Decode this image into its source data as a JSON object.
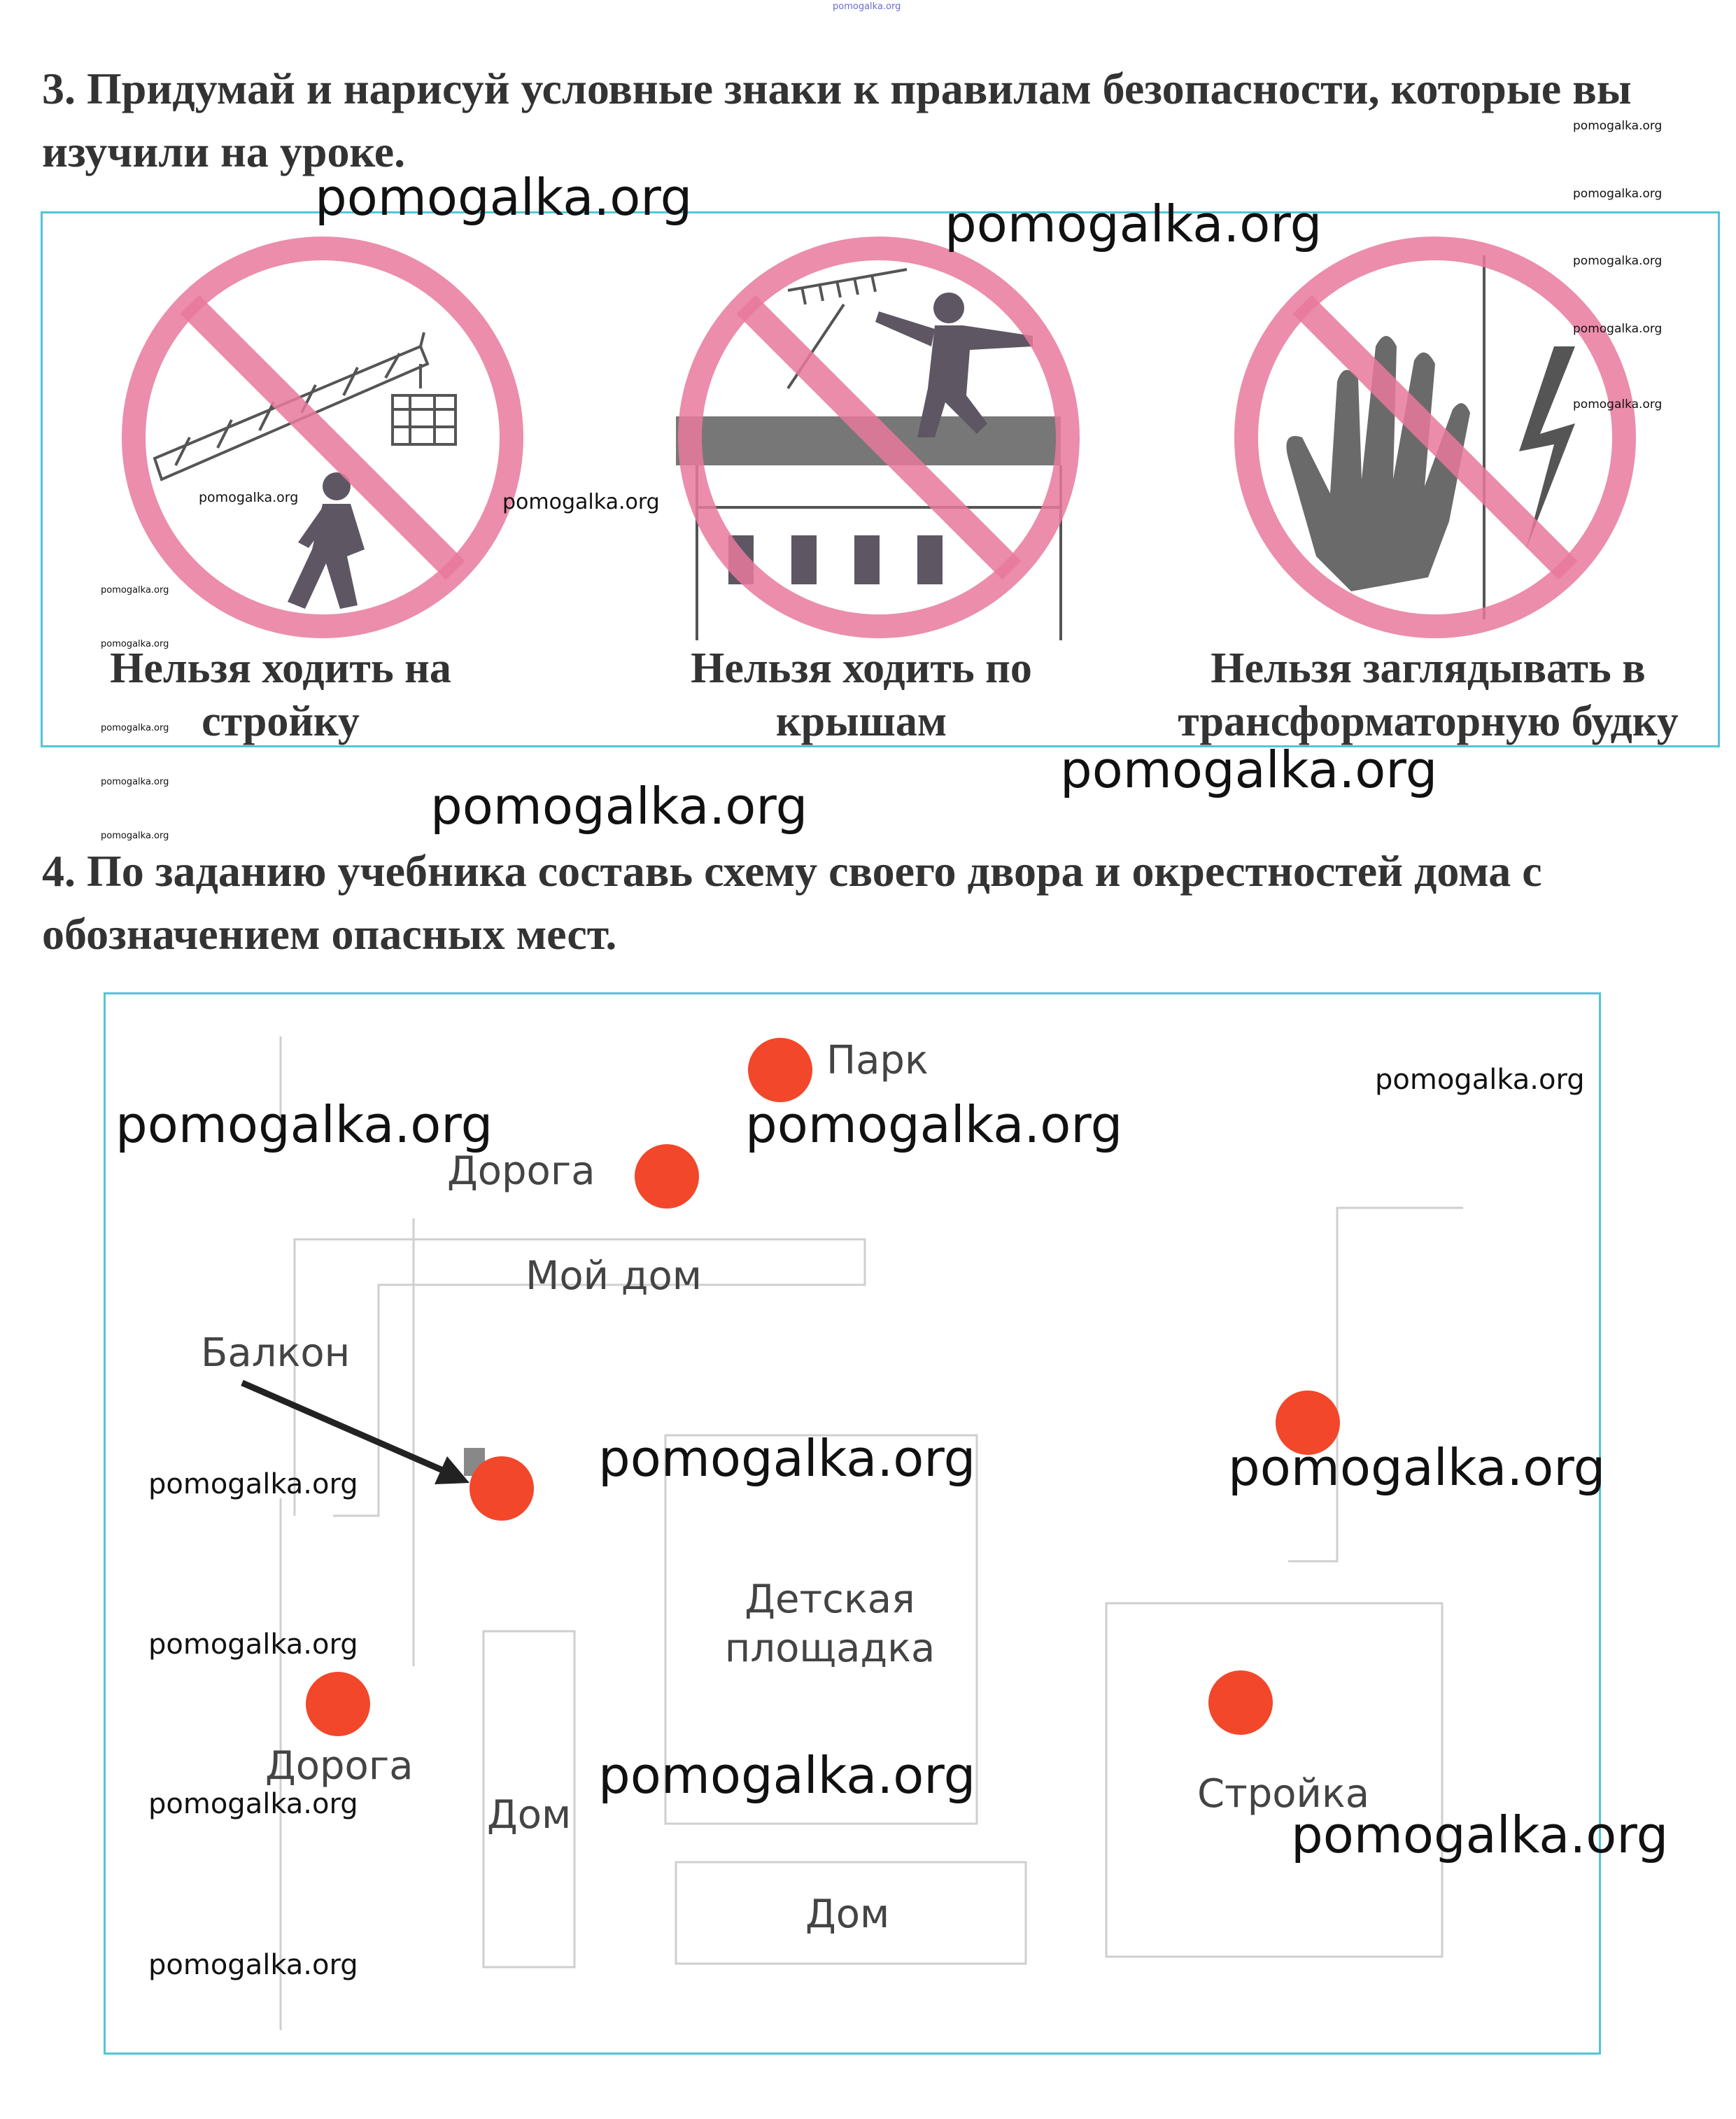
{
  "watermark": "pomogalka.org",
  "task3": {
    "title": "3. Придумай и нарисуй условные знаки к правилам безопасности, которые вы изучили на уроке.",
    "captions": [
      "Нельзя ходить на стройку",
      "Нельзя ходить по крышам",
      "Нельзя заглядывать в трансформаторную будку"
    ]
  },
  "task4": {
    "title": "4. По заданию учебника составь схему своего двора и окрестностей дома с обозначением опасных мест.",
    "labels": {
      "park": "Парк",
      "road_top": "Дорога",
      "my_house": "Мой дом",
      "balcony": "Балкон",
      "playground": "Детская площадка",
      "road_left": "Дорога",
      "house_left": "Дом",
      "house_bottom": "Дом",
      "construction": "Стройка"
    }
  },
  "colors": {
    "panel_border": "#52c6d6",
    "sign_ring": "#e8799c",
    "danger_dot": "#f2472a",
    "heading_text": "#333333"
  },
  "icons": [
    "no-construction-sign-icon",
    "no-roof-walking-sign-icon",
    "no-transformer-sign-icon",
    "arrow-icon"
  ]
}
